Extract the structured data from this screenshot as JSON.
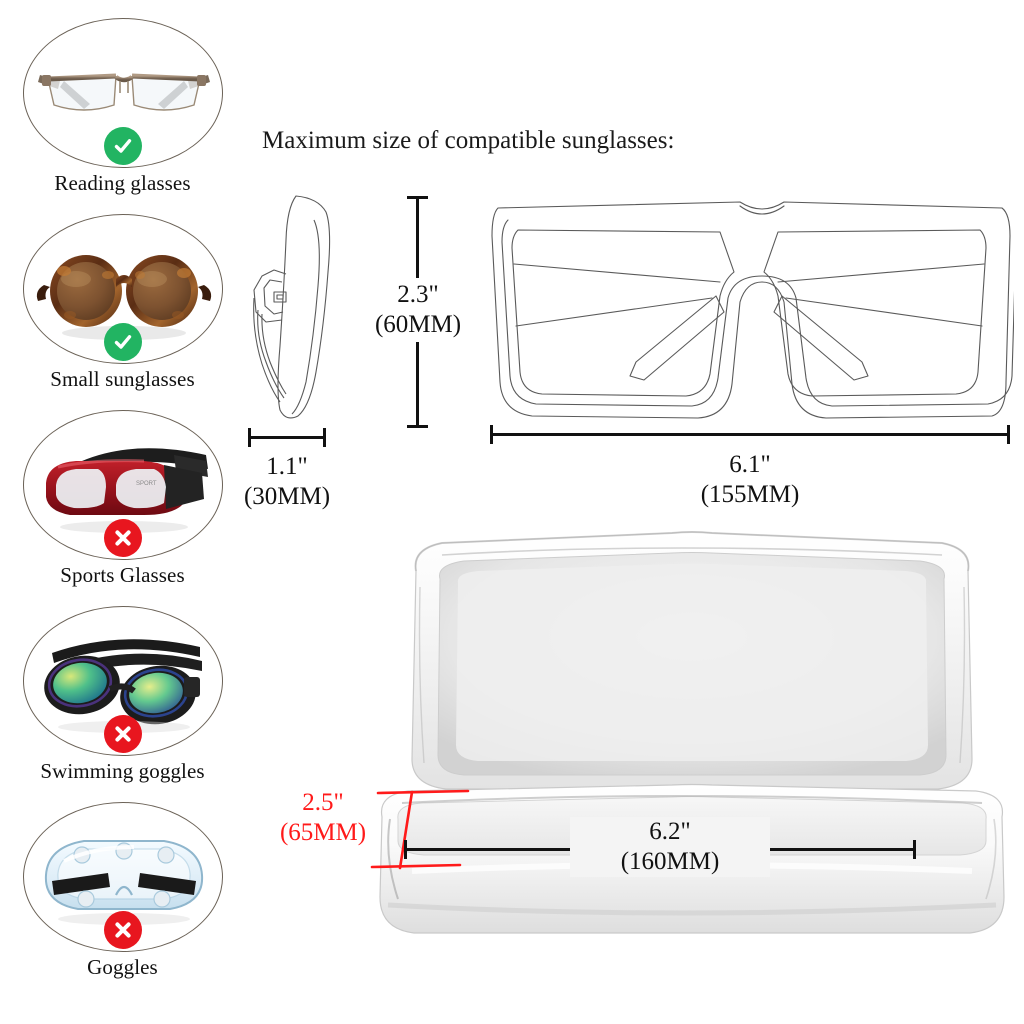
{
  "headline": "Maximum size of compatible sunglasses:",
  "colors": {
    "allow": "#22b462",
    "deny": "#e8161f",
    "dimension_red": "#ff1a1a",
    "dimension_black": "#111111",
    "oval_outline": "#6b6257",
    "background": "#ffffff"
  },
  "compatibility": {
    "items": [
      {
        "label": "Reading glasses",
        "status": "allowed",
        "badge": "check-icon"
      },
      {
        "label": "Small sunglasses",
        "status": "allowed",
        "badge": "check-icon"
      },
      {
        "label": "Sports Glasses",
        "status": "denied",
        "badge": "cross-icon"
      },
      {
        "label": "Swimming goggles",
        "status": "denied",
        "badge": "cross-icon"
      },
      {
        "label": "Goggles",
        "status": "denied",
        "badge": "cross-icon"
      }
    ]
  },
  "dimensions": {
    "glasses_height": {
      "inches": "2.3\"",
      "mm": "(60MM)",
      "color": "black"
    },
    "glasses_depth": {
      "inches": "1.1\"",
      "mm": "(30MM)",
      "color": "black"
    },
    "glasses_width": {
      "inches": "6.1\"",
      "mm": "(155MM)",
      "color": "black"
    },
    "case_height": {
      "inches": "2.5\"",
      "mm": "(65MM)",
      "color": "red"
    },
    "case_width": {
      "inches": "6.2\"",
      "mm": "(160MM)",
      "color": "black"
    }
  },
  "artwork": {
    "sunglasses_front": "oversized-square-sunglasses-line-drawing",
    "sunglasses_side": "sunglasses-side-profile-line-drawing",
    "case": "open-white-hard-shell-eyeglass-case-photo"
  }
}
